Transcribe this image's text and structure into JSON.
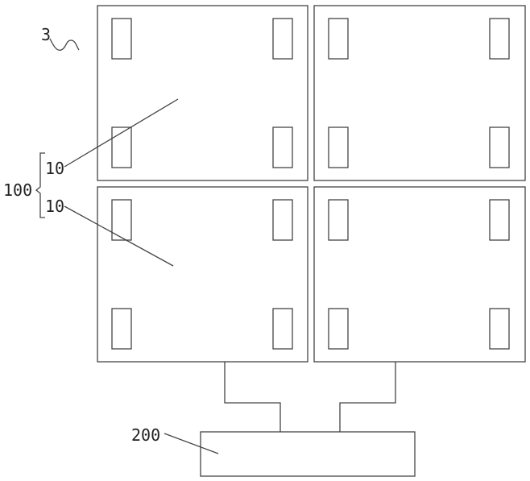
{
  "labels": {
    "ref_3": "3",
    "ref_100": "100",
    "ref_10_upper": "10",
    "ref_10_lower": "10",
    "ref_200": "200"
  },
  "colors": {
    "line": "#444444",
    "background": "#ffffff"
  }
}
